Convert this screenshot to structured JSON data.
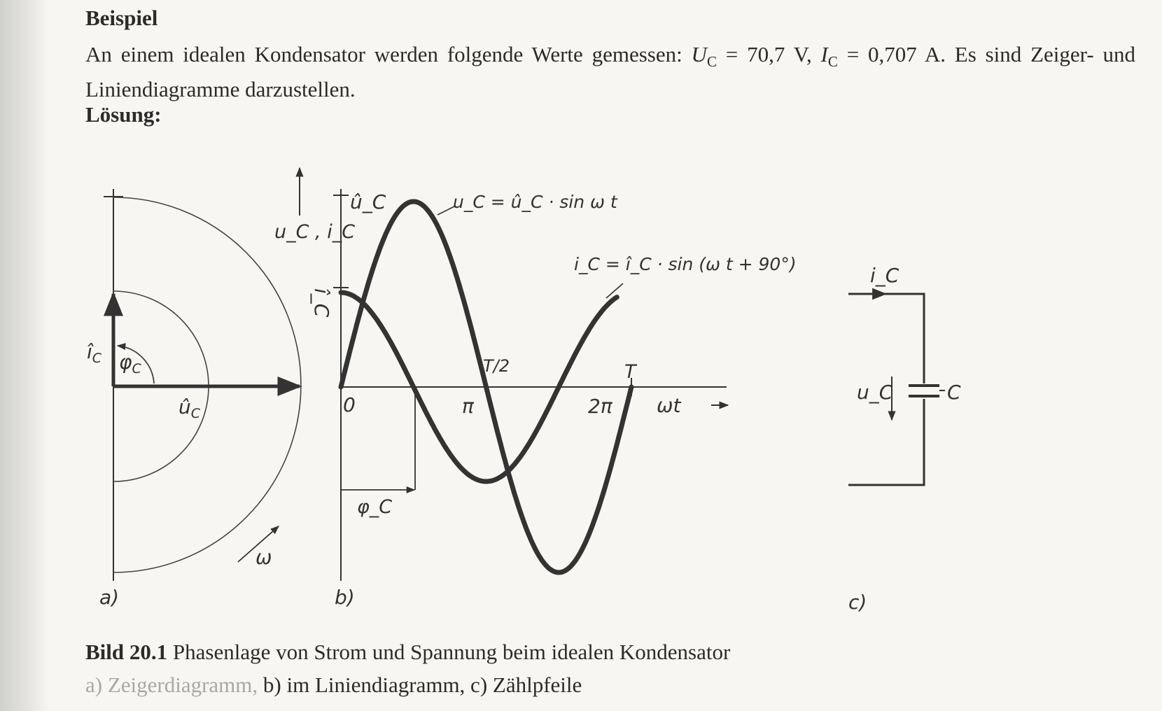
{
  "heading_example": "Beispiel",
  "problem": {
    "text_before": "An einem idealen Kondensator werden folgende Werte gemessen: ",
    "u_sym": "U",
    "u_sub": "C",
    "u_val": " = 70,7 V, ",
    "i_sym": "I",
    "i_sub": "C",
    "i_val": " = 0,707 A. Es sind Zeiger- und Liniendiagramme darzustellen."
  },
  "heading_solution": "Lösung:",
  "figure": {
    "a": {
      "tag": "a)",
      "i_label": "î",
      "i_sub": "C",
      "phi_label": "φ",
      "phi_sub": "C",
      "u_label": "û",
      "u_sub": "C",
      "omega_label": "ω"
    },
    "b": {
      "tag": "b)",
      "axis_label": "u_C , i_C",
      "u_peak_label": "û_C",
      "i_peak_label": "î_C",
      "u_formula": "u_C = û_C · sin ω t",
      "i_formula": "i_C = î_C · sin (ω t + 90°)",
      "origin": "0",
      "pi": "π",
      "two_pi": "2π",
      "half_T": "T/2",
      "T": "T",
      "wt": "ωt",
      "phi_label": "φ_C"
    },
    "c": {
      "tag": "c)",
      "i_label": "i_C",
      "u_label": "u_C",
      "cap_label": "C"
    }
  },
  "caption": {
    "bild": "Bild 20.1",
    "line1": " Phasenlage von Strom und Spannung beim idealen Kondensator",
    "line2_faint": "a) Zeigerdiagramm,",
    "line2_rest": " b) im Liniendiagramm, c) Zählpfeile"
  },
  "colors": {
    "ink": "#2b2b2b",
    "paper": "#f7f6f2"
  }
}
